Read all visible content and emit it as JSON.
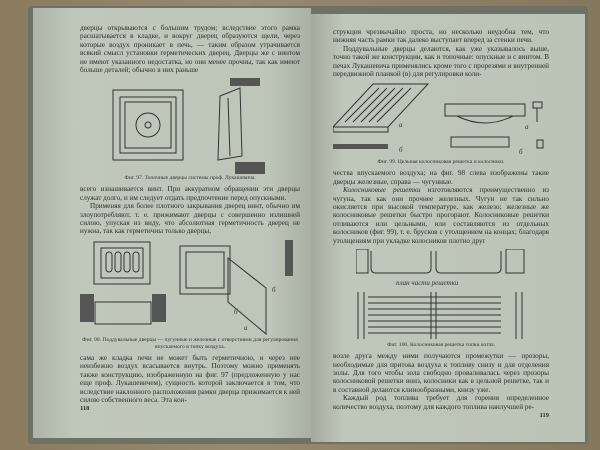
{
  "left_page": {
    "top_text": "дверцы открываются с большим трудом; вследствие этого рамка расшатывается в кладке, и вокруг дверец образуются щели, через которые воздух проникает в печь, — таким образом утрачивается всякий смысл установки герметических дверец. Дверцы же с винтом не имеют указанного недостатка, но они менее прочны, так как имеют больше деталей; обычно в них раньше",
    "fig97_caption": "Фиг. 97. Топочные дверцы системы проф. Лукашевича.",
    "middle_text_1": "всего изнашивается винт. При аккуратном обращении эти дверцы служат долго, и им следует отдать предпочтение перед опускными.",
    "middle_text_2": "Применяя для более плотного закрывания дверец винт, обычно им злоупотребляют, т. е. прижимают дверцы с совершенно излишней силою, упуская из виду, что абсолютная герметичность дверец не нужна, так как герметичны только дверцы,",
    "fig98_caption": "Фиг. 98. Поддувальные дверцы — чугунные и железные с отверстиями для регулирования впускаемого в топку воздуха.",
    "fig_labels": [
      "б",
      "б",
      "а"
    ],
    "bottom_text": "сама же кладка печи не может быть герметичною, и через нее неизбежно воздух всасывается внутрь. Поэтому можно применять также конструкцию, изображенную на фиг. 97 (предложенную у нас еще проф. Лукашевичем), сущность которой заключается в том, что вследствие наклонного расположения рамки дверца прижимается к ней силою собственного веса. Эта кон-",
    "page_number": "118"
  },
  "right_page": {
    "top_text_1": "струкция чрезвычайно проста, но несколько неудобна тем, что нижняя часть рамки так далеко выступает вперед за стенки печи.",
    "top_text_2": "Поддувальные дверцы делаются, как уже указывалось выше, точно такой же конструкции, как и топочные: опускные и с винтом. В печах Лукашевича применялись кроме того с прорезями и внутренней передвижной планкой (в) для регулировки коли-",
    "fig99_labels": [
      "а",
      "а",
      "б",
      "б"
    ],
    "fig99_caption": "Фиг. 99. Цельная колосниковая решетка и колосники.",
    "middle_text_1": "чества впускаемого воздуха; на фиг. 98 слева изображены такие дверцы железные, справа — чугунные.",
    "middle_text_2_em": "Колосниковые решетки",
    "middle_text_2": " изготовляются преимущественно из чугуна, так как они прочнее железных. Чугун не так сильно окисляется при высокой температуре, как железо; железные же колосниковые решетки быстро прогорают. Колосниковые решетки отливаются или цельными, или составляются из отдельных колосников (фиг. 99), т. е. брусков с утолщением на концах; благодаря утолщениям при укладке колосников плотно друг",
    "fig100_label": "план части решетки",
    "fig100_caption": "Фиг. 100. Колосниковая решетка топки котла.",
    "bottom_text_1": "возле друга между ними получаются промежутки — прозоры, необходимые для притока воздуха к топливу снизу и для отделения золы. Для того чтобы зола свободно проваливалась через прозоры колосниковой решетки вниз, колосники как в цельной решетке, так и в составной делаются клинообразными, книзу уже.",
    "bottom_text_2": "Каждый род топлива требует для горения определенное количество воздуха, поэтому для каждого топлива наилучшей ре-",
    "page_number": "119"
  }
}
